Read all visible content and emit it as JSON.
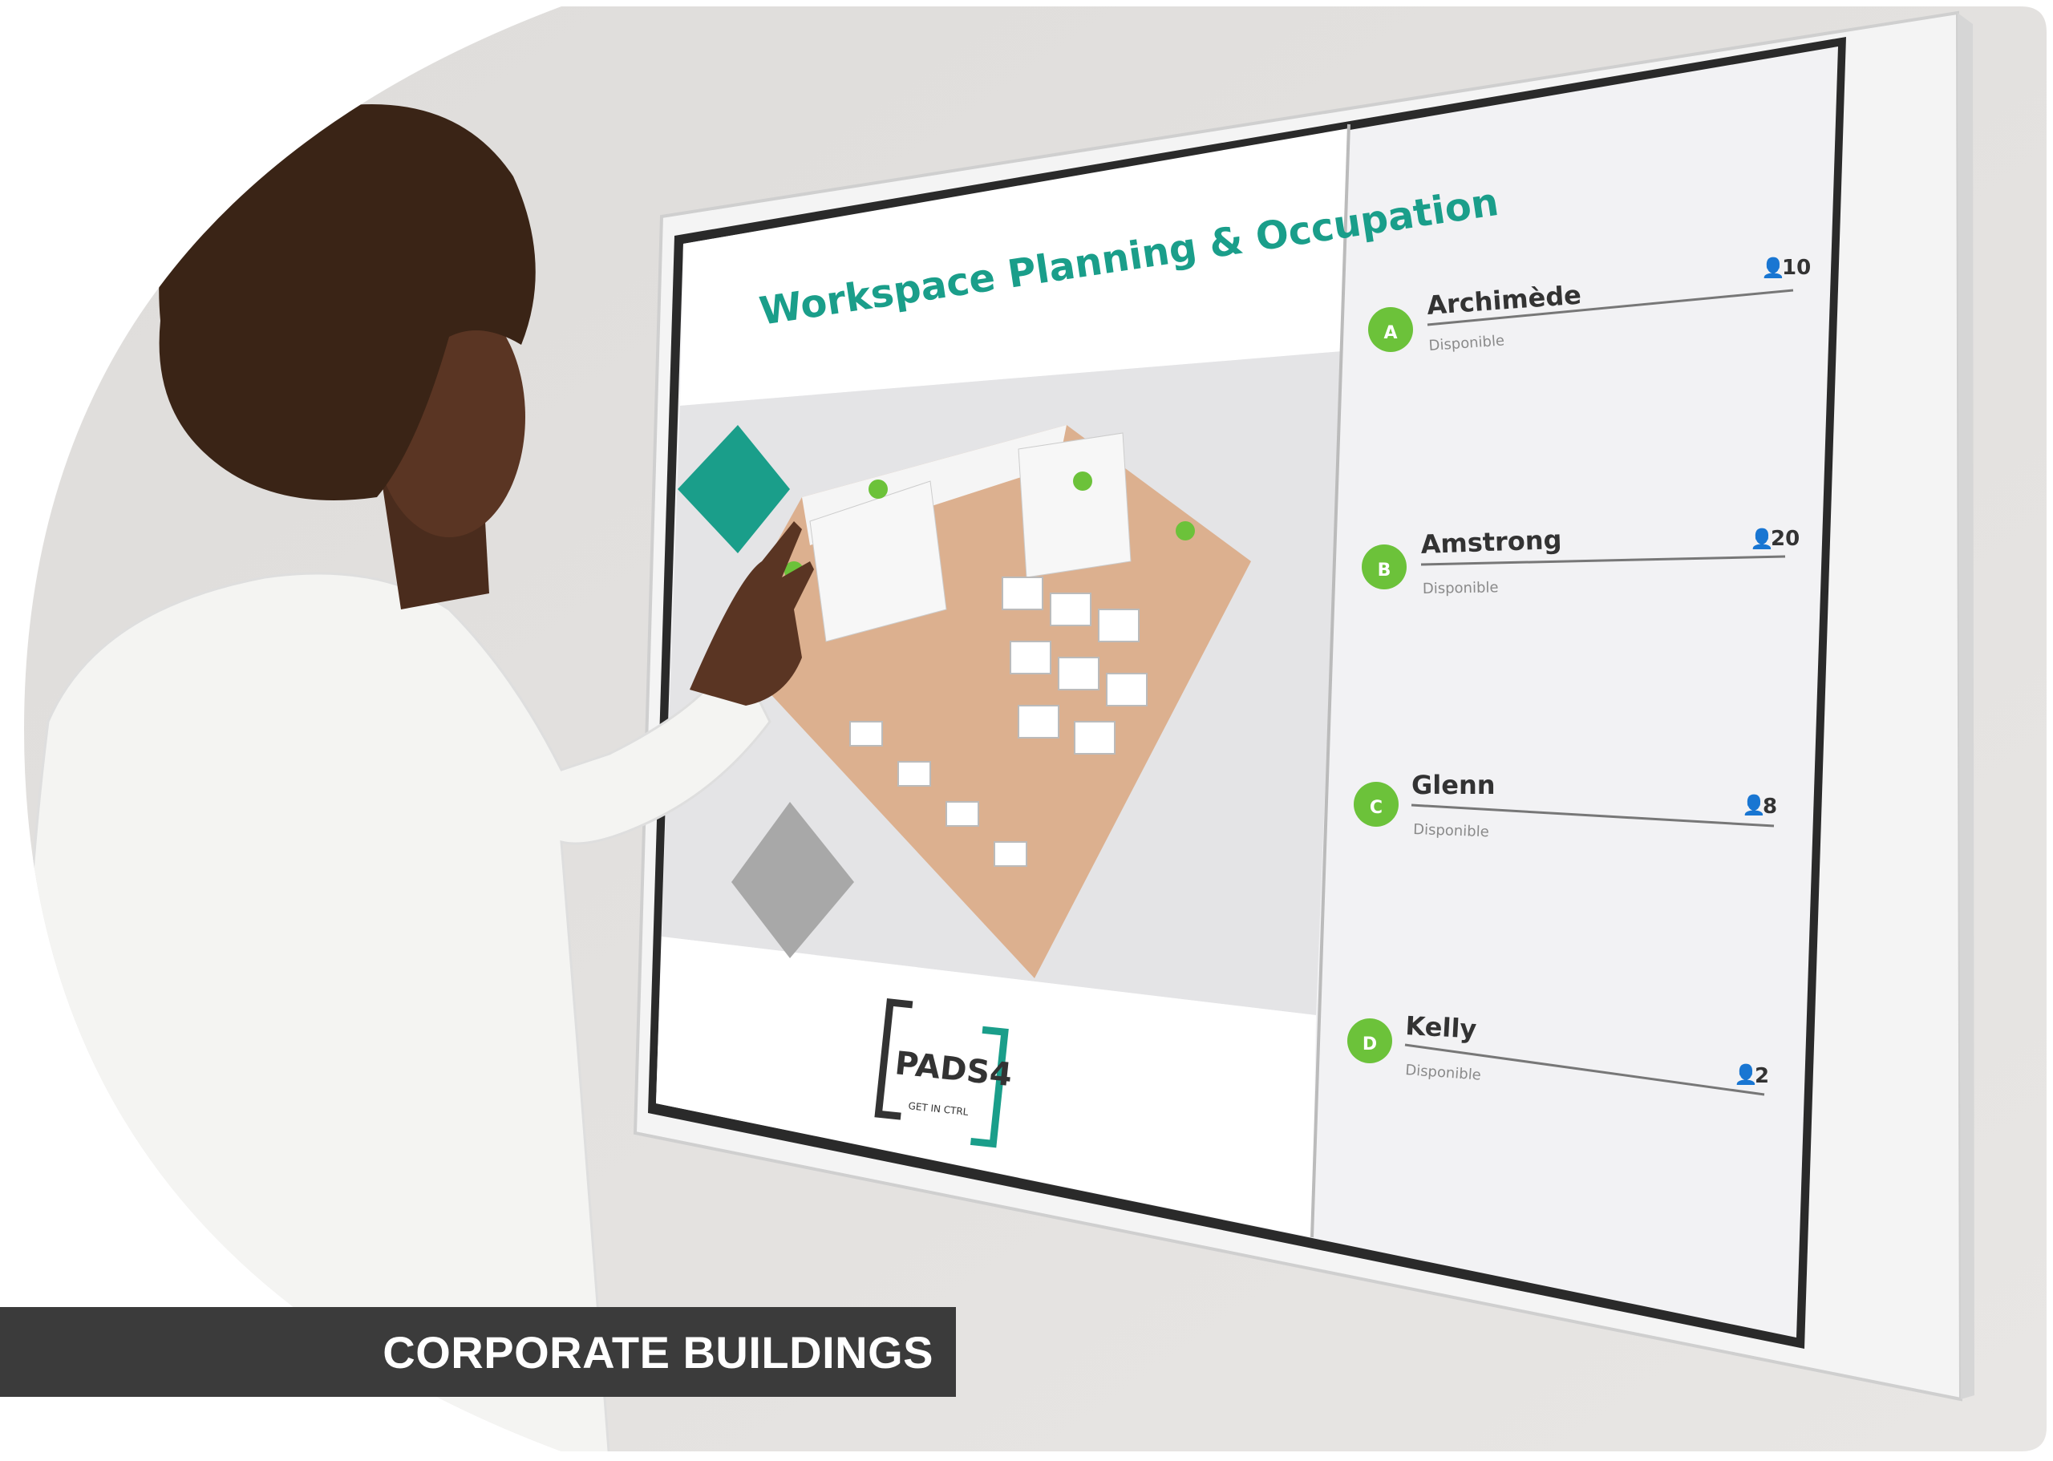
{
  "screen": {
    "title": "Workspace Planning & Occupation",
    "accent_color": "#1a9e8a",
    "badge_color": "#6cc23a",
    "logo": {
      "text": "PADS4",
      "tagline": "GET IN CTRL"
    },
    "rooms": [
      {
        "letter": "A",
        "name": "Archimède",
        "status": "Disponible",
        "capacity": "10",
        "icon": "person-icon"
      },
      {
        "letter": "B",
        "name": "Amstrong",
        "status": "Disponible",
        "capacity": "20",
        "icon": "person-icon"
      },
      {
        "letter": "C",
        "name": "Glenn",
        "status": "Disponible",
        "capacity": "8",
        "icon": "person-icon"
      },
      {
        "letter": "D",
        "name": "Kelly",
        "status": "Disponible",
        "capacity": "2",
        "icon": "person-icon"
      }
    ]
  },
  "caption": "CORPORATE BUILDINGS"
}
